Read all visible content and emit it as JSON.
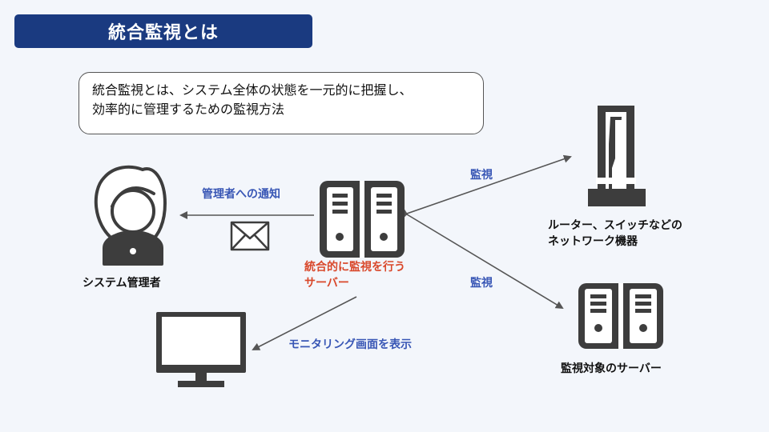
{
  "title": "統合監視とは",
  "definition": {
    "line1": "統合監視とは、システム全体の状態を一元的に把握し、",
    "line2": "効率的に管理するための監視方法"
  },
  "nodes": {
    "admin": "システム管理者",
    "central_server_line1": "統合的に監視を行う",
    "central_server_line2": "サーバー",
    "network_line1": "ルーター、スイッチなどの",
    "network_line2": "ネットワーク機器",
    "target_server": "監視対象のサーバー"
  },
  "edges": {
    "notify": "管理者への通知",
    "monitor_network": "監視",
    "monitor_server": "監視",
    "display": "モニタリング画面を表示"
  },
  "colors": {
    "title_bg": "#1a3a80",
    "edge_label": "#3856b5",
    "highlight": "#d9482b",
    "icon": "#3d3d3d"
  }
}
